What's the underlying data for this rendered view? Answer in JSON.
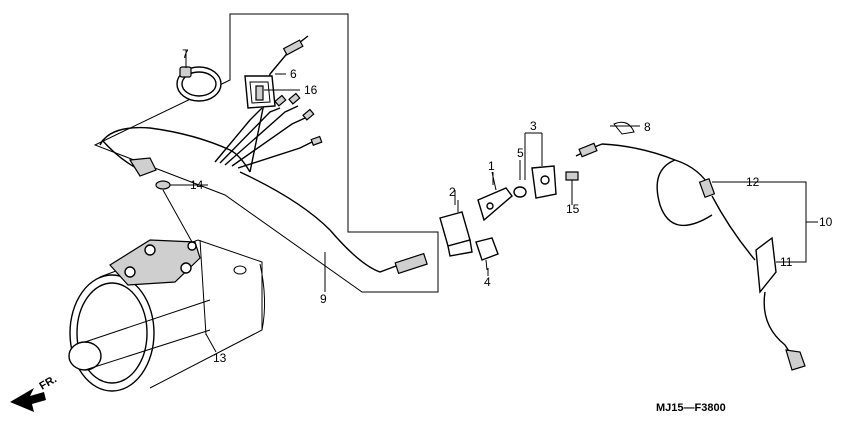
{
  "diagram": {
    "callouts": [
      "1",
      "2",
      "3",
      "4",
      "5",
      "6",
      "7",
      "8",
      "9",
      "10",
      "11",
      "12",
      "13",
      "14",
      "15",
      "16"
    ],
    "direction_label": "FR.",
    "diagram_code": "MJ15—F3800"
  }
}
